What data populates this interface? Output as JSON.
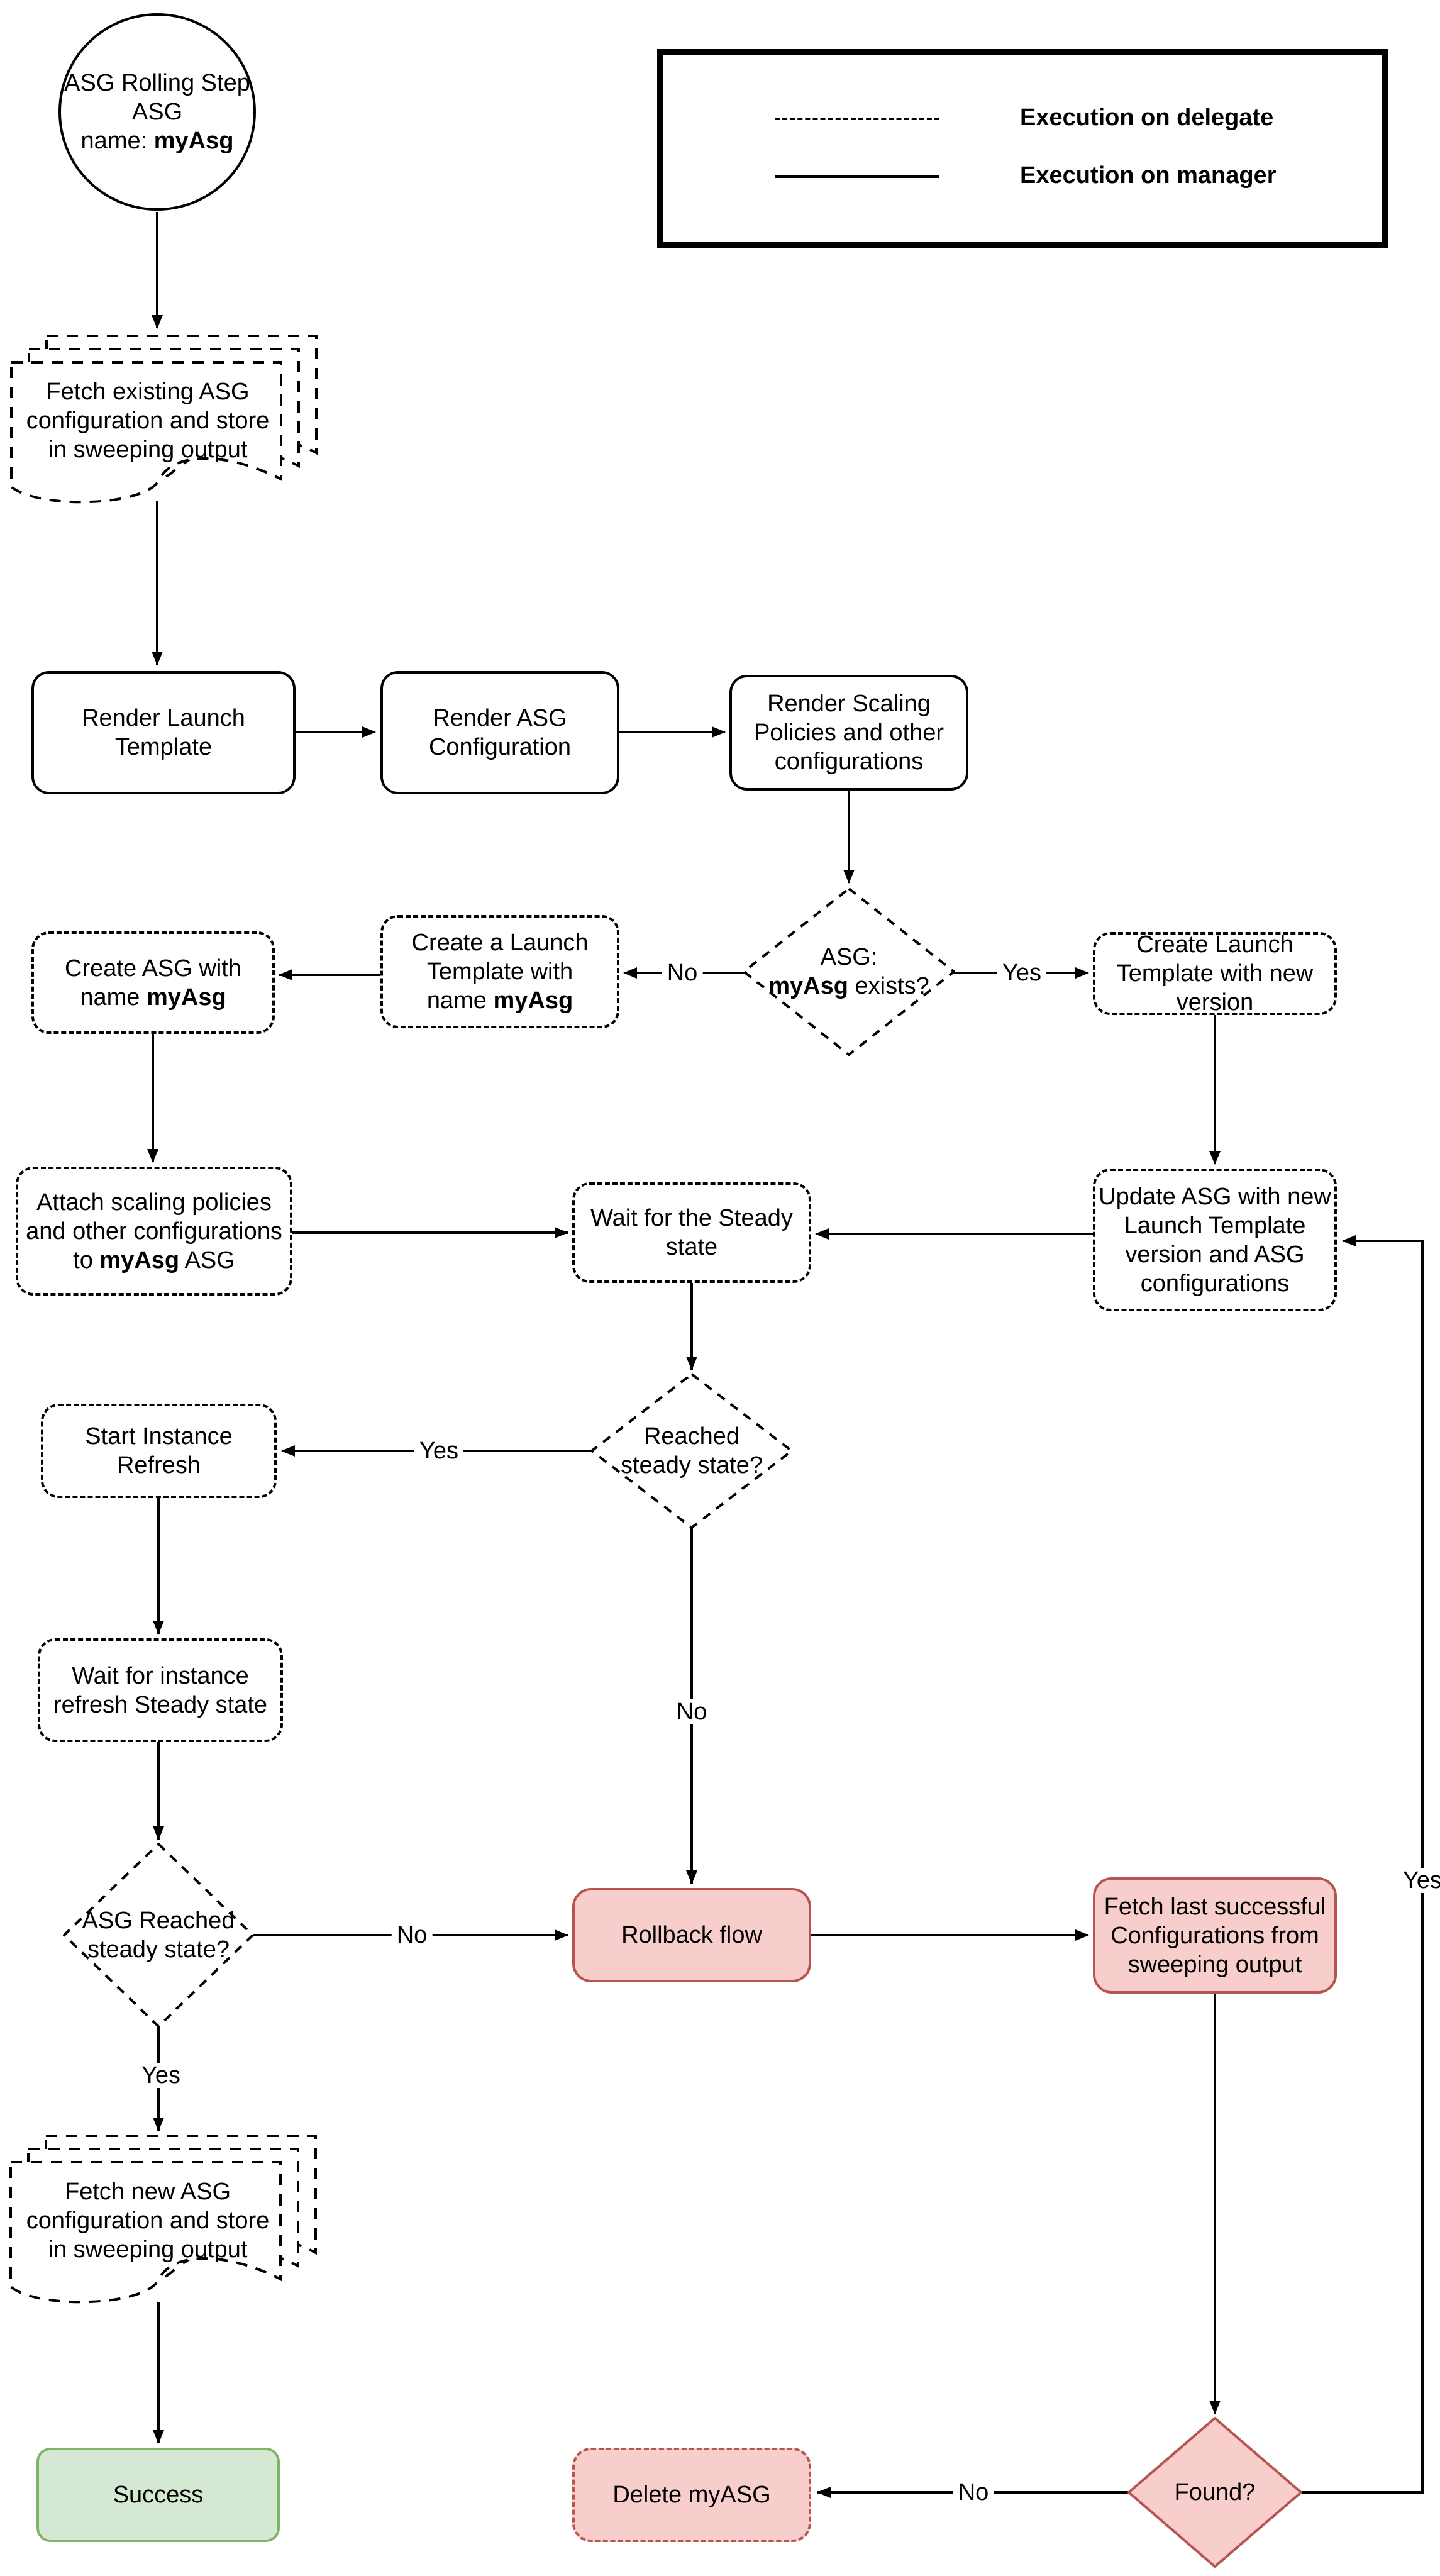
{
  "diagram_title": "ASG Rolling Step flowchart",
  "colors": {
    "line": "#000000",
    "danger_fill": "#f8cecc",
    "danger_border": "#b85450",
    "success_fill": "#d5e8d4",
    "success_border": "#82b366"
  },
  "legend": {
    "items": [
      {
        "style": "dashed",
        "label": "Execution on delegate"
      },
      {
        "style": "solid",
        "label": "Execution on manager"
      }
    ]
  },
  "nodes": {
    "start": {
      "lines": [
        [
          {
            "t": "ASG Rolling Step"
          }
        ],
        [
          {
            "t": "ASG"
          }
        ],
        [
          {
            "t": "name: "
          },
          {
            "t": "myAsg",
            "b": true
          }
        ]
      ]
    },
    "fetch_existing": {
      "lines": [
        [
          {
            "t": "Fetch existing ASG"
          }
        ],
        [
          {
            "t": "configuration and store"
          }
        ],
        [
          {
            "t": "in sweeping output"
          }
        ]
      ]
    },
    "render_launch_template": {
      "lines": [
        [
          {
            "t": "Render Launch"
          }
        ],
        [
          {
            "t": "Template"
          }
        ]
      ]
    },
    "render_asg_configuration": {
      "lines": [
        [
          {
            "t": "Render ASG"
          }
        ],
        [
          {
            "t": "Configuration"
          }
        ]
      ]
    },
    "render_scaling_policies": {
      "lines": [
        [
          {
            "t": "Render Scaling"
          }
        ],
        [
          {
            "t": "Policies and other"
          }
        ],
        [
          {
            "t": "configurations"
          }
        ]
      ]
    },
    "asg_exists_decision": {
      "lines": [
        [
          {
            "t": "ASG:"
          }
        ],
        [
          {
            "t": "myAsg",
            "b": true
          },
          {
            "t": " exists?"
          }
        ]
      ]
    },
    "create_launch_template": {
      "lines": [
        [
          {
            "t": "Create a Launch"
          }
        ],
        [
          {
            "t": "Template with"
          }
        ],
        [
          {
            "t": "name "
          },
          {
            "t": "myAsg",
            "b": true
          }
        ]
      ]
    },
    "create_asg": {
      "lines": [
        [
          {
            "t": "Create ASG with"
          }
        ],
        [
          {
            "t": "name "
          },
          {
            "t": "myAsg",
            "b": true
          }
        ]
      ]
    },
    "create_launch_template_new_version": {
      "lines": [
        [
          {
            "t": "Create Launch"
          }
        ],
        [
          {
            "t": "Template with new"
          }
        ],
        [
          {
            "t": "version"
          }
        ]
      ]
    },
    "update_asg": {
      "lines": [
        [
          {
            "t": "Update ASG with new"
          }
        ],
        [
          {
            "t": "Launch Template"
          }
        ],
        [
          {
            "t": "version and ASG"
          }
        ],
        [
          {
            "t": "configurations"
          }
        ]
      ]
    },
    "attach_scaling_policies": {
      "lines": [
        [
          {
            "t": "Attach scaling policies"
          }
        ],
        [
          {
            "t": "and other configurations"
          }
        ],
        [
          {
            "t": "to "
          },
          {
            "t": "myAsg",
            "b": true
          },
          {
            "t": " ASG"
          }
        ]
      ]
    },
    "wait_steady_state": {
      "lines": [
        [
          {
            "t": "Wait for the Steady"
          }
        ],
        [
          {
            "t": "state"
          }
        ]
      ]
    },
    "reached_steady_state_decision": {
      "lines": [
        [
          {
            "t": "Reached"
          }
        ],
        [
          {
            "t": "steady state?"
          }
        ]
      ]
    },
    "start_instance_refresh": {
      "lines": [
        [
          {
            "t": "Start Instance"
          }
        ],
        [
          {
            "t": "Refresh"
          }
        ]
      ]
    },
    "wait_instance_refresh": {
      "lines": [
        [
          {
            "t": "Wait for instance"
          }
        ],
        [
          {
            "t": "refresh Steady state"
          }
        ]
      ]
    },
    "asg_reached_steady_state_decision": {
      "lines": [
        [
          {
            "t": "ASG Reached"
          }
        ],
        [
          {
            "t": "steady state?"
          }
        ]
      ]
    },
    "rollback_flow": {
      "lines": [
        [
          {
            "t": "Rollback flow"
          }
        ]
      ]
    },
    "fetch_last_successful": {
      "lines": [
        [
          {
            "t": "Fetch last successful"
          }
        ],
        [
          {
            "t": "Configurations from"
          }
        ],
        [
          {
            "t": "sweeping output"
          }
        ]
      ]
    },
    "fetch_new_asg": {
      "lines": [
        [
          {
            "t": "Fetch new ASG"
          }
        ],
        [
          {
            "t": "configuration and store"
          }
        ],
        [
          {
            "t": "in sweeping output"
          }
        ]
      ]
    },
    "success": {
      "lines": [
        [
          {
            "t": "Success"
          }
        ]
      ]
    },
    "delete_myasg": {
      "lines": [
        [
          {
            "t": "Delete myASG"
          }
        ]
      ]
    },
    "found_decision": {
      "lines": [
        [
          {
            "t": "Found?"
          }
        ]
      ]
    }
  },
  "edge_labels": {
    "asg_exists_no": "No",
    "asg_exists_yes": "Yes",
    "reached_steady_yes": "Yes",
    "reached_steady_no": "No",
    "asg_reached_no": "No",
    "asg_reached_yes": "Yes",
    "found_no": "No",
    "found_yes": "Yes"
  }
}
